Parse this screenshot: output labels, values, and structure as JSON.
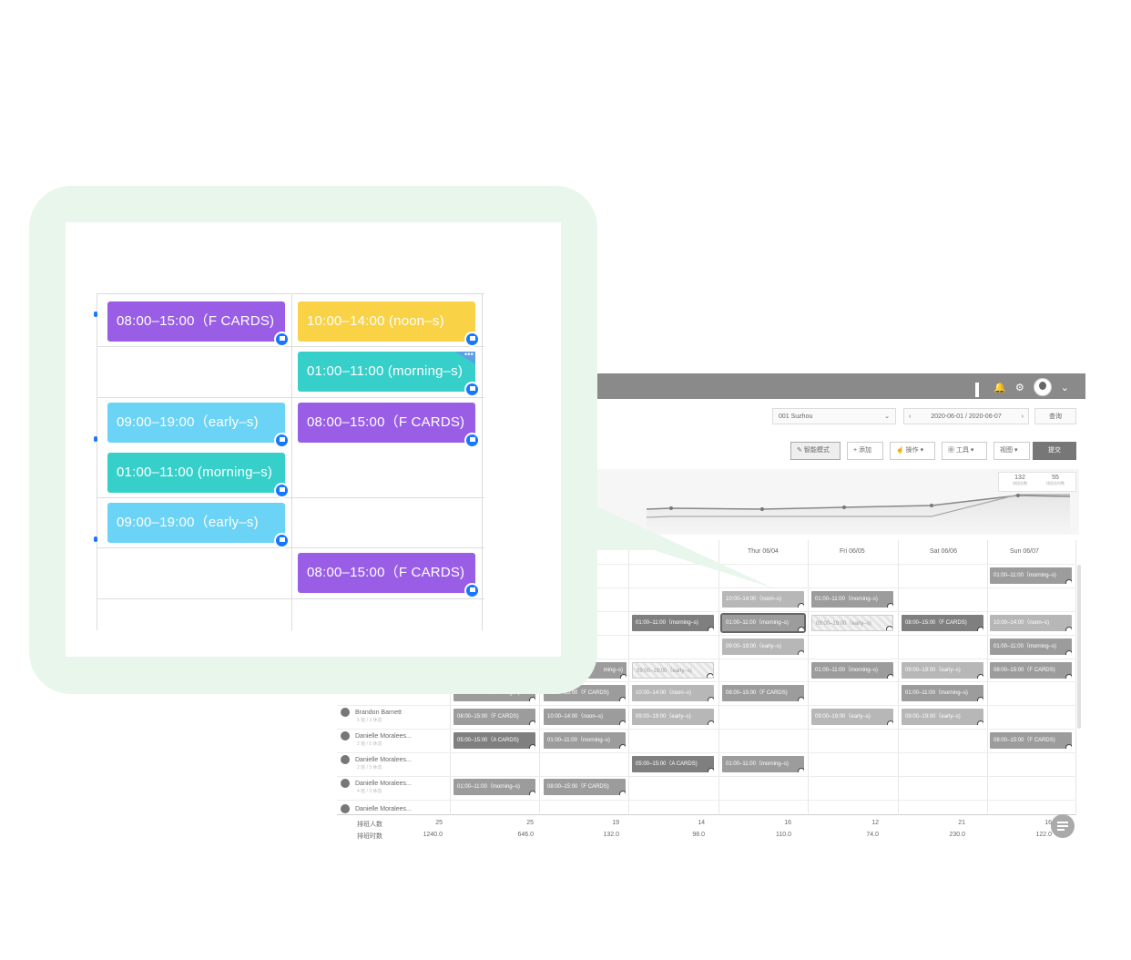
{
  "app": {
    "store_select": "001 Suzhou",
    "date_range": "2020-06-01 / 2020-06-07",
    "query_label": "查询",
    "toolbar": {
      "smart_mode": "智能模式",
      "add": "添加",
      "operate": "操作",
      "tools": "工具",
      "view": "视图",
      "submit": "提交"
    },
    "stats": [
      {
        "value": "132",
        "label": "排班总数"
      },
      {
        "value": "55",
        "label": "排班总时数"
      }
    ],
    "days": [
      "Thur 06/04",
      "Fri 06/05",
      "Sat 06/06",
      "Sun 06/07"
    ],
    "people": [
      {
        "name": "Brandon Barnett",
        "sub": "5 班 / 3 休息"
      },
      {
        "name": "Danielle Moralees...",
        "sub": "2 班 / 5 休息"
      },
      {
        "name": "Danielle Moralees...",
        "sub": "2 班 / 5 休息"
      },
      {
        "name": "Danielle Moralees...",
        "sub": "4 班 / 3 休息"
      },
      {
        "name": "Danielle Moralees...",
        "sub": ""
      }
    ],
    "row_sub_partial": "3班 / 4 休息",
    "shifts": {
      "s1": "01:00–11:00（morning–s)",
      "s2": "10:00–14:00（noon–s)",
      "s3": "01:00–11:00（morning–s)",
      "s4": "01:00–11:00（morning–s)",
      "s5": "01:00–11:00（morning–s)",
      "s6": "09:00–19:00（early–s)",
      "s7": "08:00–15:00（F CARDS)",
      "s8": "10:00–14:00（noon–s)",
      "s9": "09:00–19:00（early–s)",
      "s10": "01:00–11:00（morning–s)",
      "s11": "ming–s)",
      "s12": "09:00–19:00（early–s)",
      "s13": "01:00–11:00（morning–s)",
      "s14": "09:00–19:00（early–s)",
      "s15": "08:00–15:00（F CARDS)",
      "s16": "10:00–14:00（noon–s)",
      "s17": "08:00–15:00（F CARDS)",
      "s18": "01:00–11:00（morning–s)",
      "s19": "08:00–15:00（F CARDS)",
      "s20": "10:00–14:00（noon–s)",
      "s21": "09:00–19:00（early–s)",
      "s22": "09:00–19:00（early–s)",
      "s23": "09:00–19:00（early–s)",
      "s24": "05:00–15:00（A CARDS)",
      "s25": "01:00–11:00（morning–s)",
      "s26": "08:00–15:00（F CARDS)",
      "s27": "05:00–15:00（A CARDS)",
      "s28": "01:00–11:00（morning–s)",
      "s29": "01:00–11:00（morning–s)",
      "s30": "08:00–15:00（F CARDS)",
      "s31": "01:00–11:00（morning–s)",
      "s32": "08:00–15:00（F CARDS)"
    },
    "footer": {
      "headcount_label": "排班人数",
      "hours_label": "排班时数",
      "headcount": [
        "25",
        "25",
        "19",
        "14",
        "16",
        "12",
        "21",
        "16"
      ],
      "hours": [
        "1240.0",
        "646.0",
        "132.0",
        "98.0",
        "110.0",
        "74.0",
        "230.0",
        "122.0"
      ]
    }
  },
  "zoom": {
    "shifts": [
      "08:00–15:00（F CARDS)",
      "10:00–14:00 (noon–s)",
      "01:00–11:00 (morning–s)",
      "09:00–19:00（early–s)",
      "08:00–15:00（F CARDS)",
      "01:00–11:00 (morning–s)",
      "09:00–19:00（early–s)",
      "08:00–15:00（F CARDS)"
    ],
    "more_glyph": "•••"
  },
  "colors": {
    "f_cards": "#9a5ee6",
    "noon": "#f9d246",
    "morning": "#36cfc9",
    "early": "#6bd3f5",
    "flag": "#1677ff",
    "callout_frame": "#e8f6ec"
  }
}
